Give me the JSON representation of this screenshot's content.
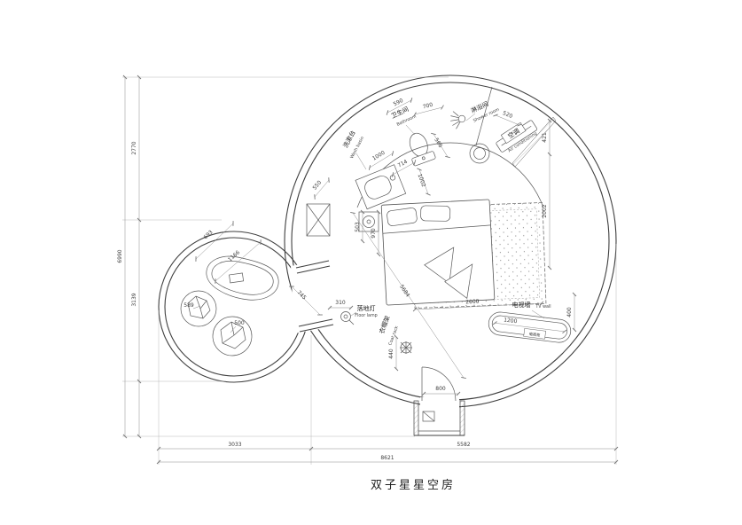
{
  "title": "双子星星空房",
  "rooms": {
    "washbasin_zh": "洗漱台",
    "washbasin_en": "Wash basin",
    "bathroom_zh": "卫生间",
    "bathroom_en": "Bathroom",
    "shower_zh": "淋浴间",
    "shower_en": "Shower room",
    "ac_zh": "空调",
    "ac_en": "Air conditioning",
    "tv_zh": "电视墙",
    "tv_en": "TV wall",
    "tv_cab_zh": "电视柜",
    "lamp_zh": "落地灯",
    "lamp_en": "Floor lamp",
    "coat_zh": "衣帽架",
    "coat_en": "Coat rack"
  },
  "dims": {
    "overall_width": "8621",
    "overall_height": "6990",
    "left_upper": "2770",
    "left_lower": "3139",
    "bottom_left": "3033",
    "bottom_right": "5582",
    "top_a": "590",
    "top_b": "700",
    "top_c": "520",
    "right_top": "421",
    "right_mid": "2002",
    "toilet_depth": "566",
    "basin_run": "1000",
    "basin_w": "714",
    "basin_side": "1002",
    "niche": "550",
    "bedside_w": "503",
    "bedside_run": "970",
    "bed_w": "2000",
    "diag": "5684",
    "passage": "745",
    "pool_offset": "693",
    "pool_w": "1166",
    "tub_small": "589",
    "tub_round": "500",
    "lamp_offset": "310",
    "coat_offset": "440",
    "tv_len": "1200",
    "tv_gap": "400",
    "door_w": "800"
  }
}
